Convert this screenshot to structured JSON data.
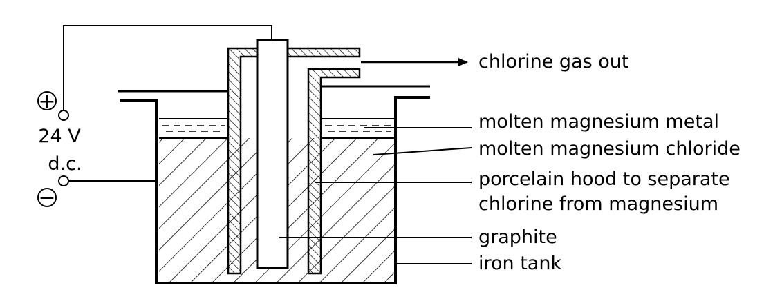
{
  "supply": {
    "positive_symbol": "+",
    "negative_symbol": "−",
    "voltage": "24 V",
    "current_type": "d.c."
  },
  "labels": {
    "chlorine_gas_out": "chlorine gas out",
    "molten_magnesium_metal": "molten magnesium metal",
    "molten_magnesium_chloride": "molten magnesium chloride",
    "porcelain_hood_line1": "porcelain hood to separate",
    "porcelain_hood_line2": "chlorine from magnesium",
    "graphite": "graphite",
    "iron_tank": "iron tank"
  },
  "colors": {
    "ink": "#000000",
    "paper": "#ffffff"
  }
}
